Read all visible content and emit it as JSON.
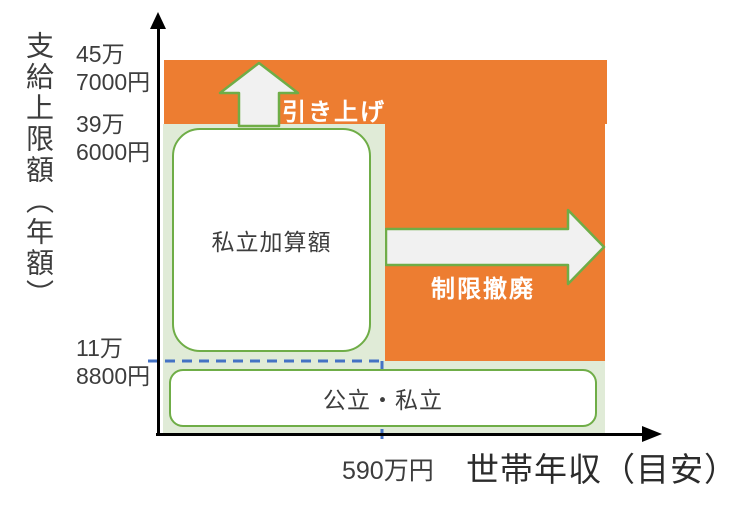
{
  "y_axis": {
    "title": "支給上限額（年額）",
    "ticks": [
      {
        "line1": "45万",
        "line2": "7000円"
      },
      {
        "line1": "39万",
        "line2": "6000円"
      },
      {
        "line1": "11万",
        "line2": "8800円"
      }
    ]
  },
  "x_axis": {
    "title": "世帯年収（目安）",
    "tick": "590万円"
  },
  "annotations": {
    "raise": "引き上げ",
    "remove_restriction": "制限撤廃"
  },
  "boxes": {
    "private_addition": "私立加算額",
    "public_private": "公立・私立"
  },
  "colors": {
    "orange_region": "#ED7D31",
    "light_green_region": "#E0EBD7",
    "green_border": "#6FAD47",
    "arrow_fill": "#F1F1F1",
    "dashed_guide_blue": "#4472C4",
    "axis_black": "#000000"
  },
  "chart_data": {
    "type": "area",
    "title": "",
    "xlabel": "世帯年収（目安）",
    "ylabel": "支給上限額（年額）",
    "x_ticks": [
      "590万円"
    ],
    "y_ticks": [
      "45万7000円",
      "39万6000円",
      "11万8800円"
    ],
    "regions": [
      {
        "name": "私立加算額",
        "x_range": [
          "0",
          "590万円"
        ],
        "y_range": [
          "11万8800円",
          "39万6000円"
        ],
        "fill": "light_green"
      },
      {
        "name": "公立・私立",
        "x_range": [
          "0",
          "全域"
        ],
        "y_range": [
          "0",
          "11万8800円"
        ],
        "fill": "light_green"
      },
      {
        "name": "引き上げ（上限を39万6000円から45万7000円へ）",
        "y_range": [
          "39万6000円",
          "45万7000円"
        ],
        "fill": "orange"
      },
      {
        "name": "制限撤廃（590万円超の世帯へ拡大）",
        "x_range": [
          "590万円",
          "右方向"
        ],
        "fill": "orange"
      }
    ]
  }
}
